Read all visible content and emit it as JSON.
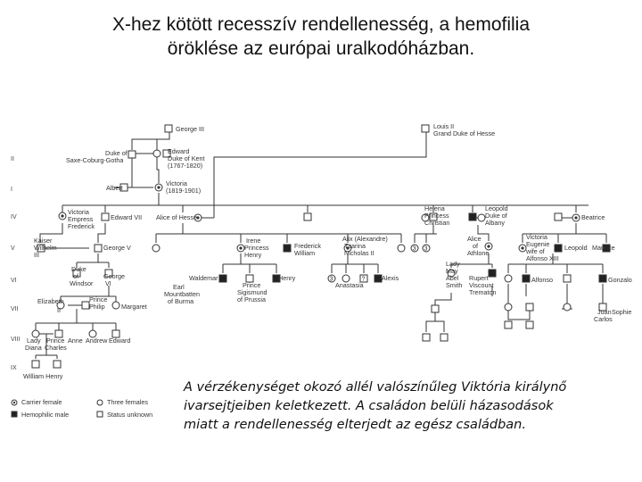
{
  "title": {
    "line1": "X-hez kötött recesszív rendellenesség, a hemofilia",
    "line2": "öröklése az európai uralkodóházban."
  },
  "caption": {
    "line1": "A vérzékenységet okozó allél valószínűleg Viktória királynő",
    "line2": "ivarsejtjeiben keletkezett. A családon belüli házasodások",
    "line3": " miatt a rendellenesség elterjedt az egész családban."
  },
  "generations": [
    "II",
    "I",
    "IV",
    "V",
    "VI",
    "VII",
    "VIII",
    "IX"
  ],
  "people": {
    "george3": "George III",
    "edward1": "Edward",
    "edward2": "Duke of Kent",
    "edward3": "(1767-1820)",
    "dsc1": "Duke of",
    "dsc2": "Saxe-Coburg-Gotha",
    "victoria1": "Victoria",
    "victoria2": "(1819-1901)",
    "albert": "Albert",
    "louis1": "Louis II",
    "louis2": "Grand Duke of Hesse",
    "vic_emp1": "Victoria",
    "vic_emp2": "Empress",
    "vic_emp3": "Frederick",
    "edward7": "Edward VII",
    "alice": "Alice of Hesse",
    "helena1": "Helena",
    "helena2": "Princess",
    "helena3": "Christian",
    "leopold1": "Leopold",
    "leopold2": "Duke of",
    "leopold3": "Albany",
    "beatrice": "Beatrice",
    "kaiser1": "Kaiser",
    "kaiser2": "Wilhelm",
    "kaiser3": "III",
    "george5": "George V",
    "irene1": "Irene",
    "irene2": "Princess",
    "irene3": "Henry",
    "frederick1": "Frederick",
    "frederick2": "William",
    "alix1": "Alix (Alexandre)",
    "alix2": "Tzarina",
    "alix3": "Nicholas II",
    "alice2_1": "Alice",
    "alice2_2": "of",
    "alice2_3": "Athlone",
    "vic_eug1": "Victoria",
    "vic_eug2": "Eugenie",
    "vic_eug3": "wife of",
    "vic_eug4": "Alfonso XIII",
    "leopold_b": "Leopold",
    "maurice": "Maurice",
    "windsor1": "Duke",
    "windsor2": "of",
    "windsor3": "Windsor",
    "george6_1": "George",
    "george6_2": "VI",
    "waldemar": "Waldemar",
    "henry": "Henry",
    "mountbatten1": "Earl",
    "mountbatten2": "Mountbatten",
    "mountbatten3": "of Burma",
    "sigismund1": "Prince",
    "sigismund2": "Sigismund",
    "sigismund3": "of Prussia",
    "anastasia": "Anastasia",
    "alexis": "Alexis",
    "lady_may1": "Lady",
    "lady_may2": "May",
    "lady_may3": "Abel",
    "lady_may4": "Smith",
    "rupert1": "Rupert",
    "rupert2": "Viscount",
    "rupert3": "Trematon",
    "alfonso": "Alfonso",
    "gonzalo": "Gonzalo",
    "elizabeth1": "Elizabeth",
    "elizabeth2": "II",
    "philip1": "Prince",
    "philip2": "Philip",
    "margaret": "Margaret",
    "juan1": "Juan",
    "juan2": "Carlos",
    "sophie": "Sophie",
    "diana1": "Lady",
    "diana2": "Diana",
    "charles1": "Prince",
    "charles2": "Charles",
    "anne": "Anne",
    "andrew": "Andrew",
    "edward_ix": "Edward",
    "william_henry": "William  Henry"
  },
  "legend": {
    "carrier": "Carrier female",
    "hemophilic": "Hemophilic male",
    "three_females": "Three females",
    "status_unknown": "Status unknown"
  },
  "colors": {
    "text": "#111111",
    "line": "#333333",
    "background": "#ffffff"
  }
}
